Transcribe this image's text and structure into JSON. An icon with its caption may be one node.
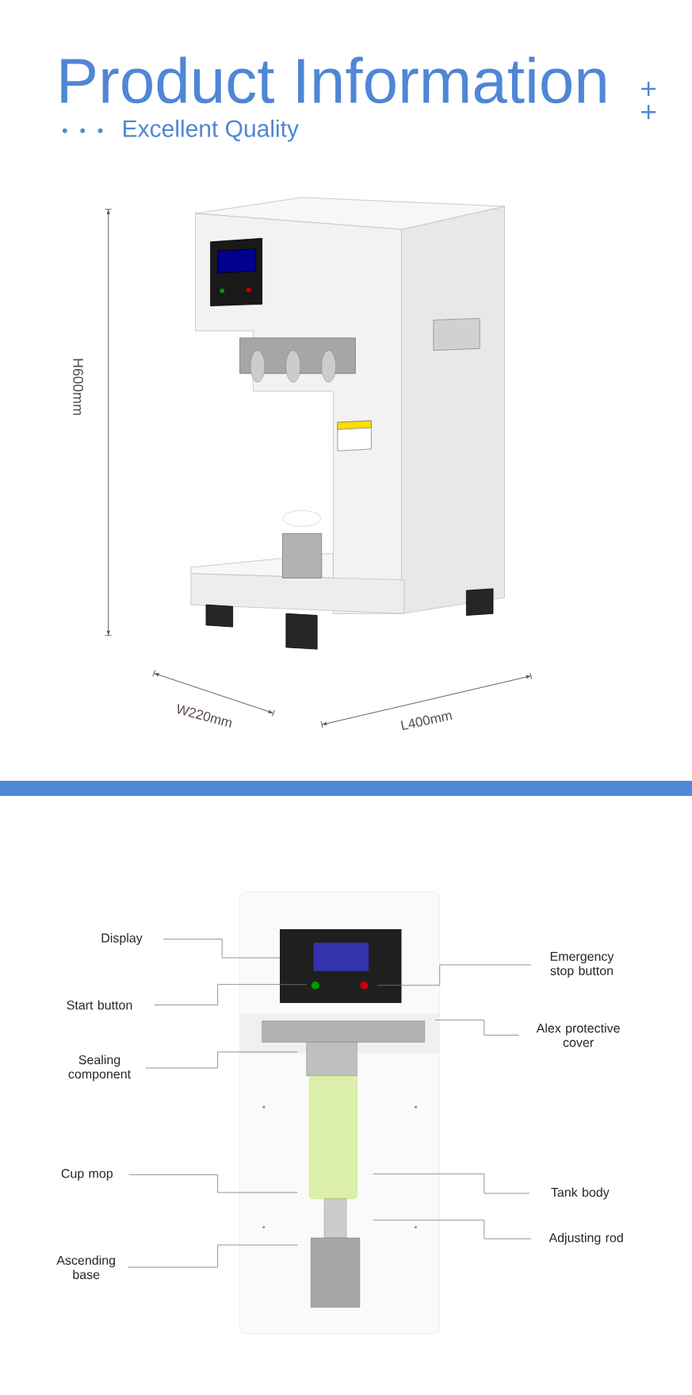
{
  "diagram": {
    "title": "Product Information",
    "nodes": [
      {
        "text": [
          "Display"
        ]
      },
      {
        "text": [
          "Emergency stop button"
        ]
      },
      {
        "text": [
          "Start button"
        ]
      },
      {
        "text": [
          "Alex protective cover"
        ]
      },
      {
        "text": [
          "Sealing component"
        ]
      },
      {
        "text": [
          "Cup mop"
        ]
      },
      {
        "text": [
          "Tank body"
        ]
      },
      {
        "text": [
          "Adjusting rod"
        ]
      },
      {
        "text": [
          "Ascending base"
        ]
      }
    ],
    "edges": [
      {
        "from": 0,
        "to": null,
        "arrow": "none"
      },
      {
        "from": 1,
        "to": null,
        "arrow": "none"
      },
      {
        "from": 2,
        "to": null,
        "arrow": "none"
      },
      {
        "from": 3,
        "to": null,
        "arrow": "none"
      },
      {
        "from": 4,
        "to": null,
        "arrow": "none"
      },
      {
        "from": 5,
        "to": null,
        "arrow": "none"
      },
      {
        "from": 6,
        "to": null,
        "arrow": "none"
      },
      {
        "from": 7,
        "to": null,
        "arrow": "none"
      },
      {
        "from": 8,
        "to": null,
        "arrow": "none"
      }
    ],
    "labels": [
      "Excellent Quality",
      "H600mm",
      "W220mm",
      "L400mm"
    ]
  }
}
